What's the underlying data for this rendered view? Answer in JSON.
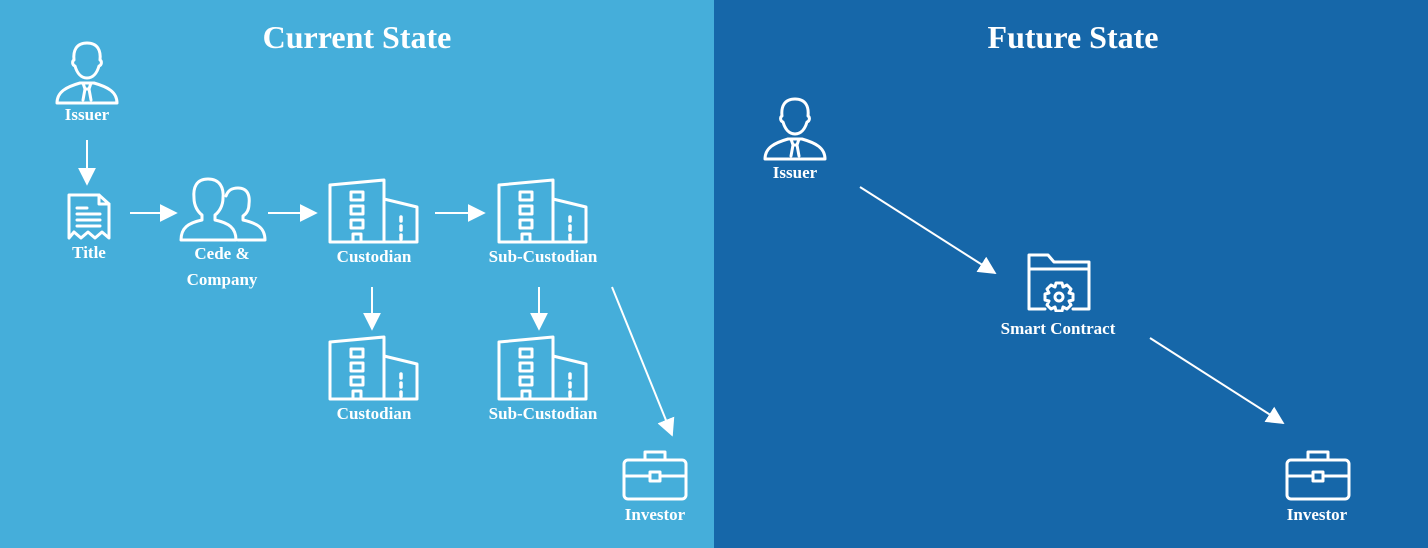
{
  "colors": {
    "current_bg": "#45AEDA",
    "future_bg": "#1667A9",
    "foreground": "#FFFFFF"
  },
  "current": {
    "title": "Current State",
    "issuer": "Issuer",
    "title_doc": "Title",
    "cede_line1": "Cede &",
    "cede_line2": "Company",
    "custodian_top": "Custodian",
    "subcustodian_top": "Sub-Custodian",
    "custodian_bottom": "Custodian",
    "subcustodian_bottom": "Sub-Custodian",
    "investor": "Investor"
  },
  "future": {
    "title": "Future State",
    "issuer": "Issuer",
    "smart_contract": "Smart Contract",
    "investor": "Investor"
  },
  "icons": [
    "person-icon",
    "document-icon",
    "group-icon",
    "building-icon",
    "briefcase-icon",
    "folder-gear-icon"
  ]
}
